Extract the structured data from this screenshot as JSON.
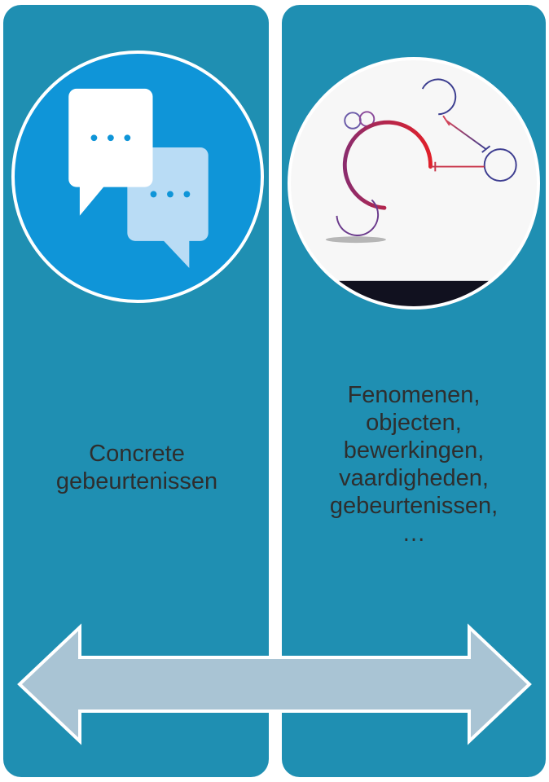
{
  "colors": {
    "panel": "#1f8fb2",
    "arrow_fill": "#a9c4d4",
    "arrow_stroke": "#ffffff",
    "text": "#2e2e2e",
    "chat_bg": "#0f95d8"
  },
  "left": {
    "icon": "chat-bubbles-icon",
    "caption_lines": [
      "Concrete",
      "gebeurtenissen"
    ]
  },
  "right": {
    "icon": "network-diagram-icon",
    "caption_lines": [
      "Fenomenen,",
      "objecten,",
      "bewerkingen,",
      "vaardigheden,",
      "gebeurtenissen,",
      "…"
    ]
  },
  "arrow": {
    "icon": "double-headed-arrow-icon"
  }
}
